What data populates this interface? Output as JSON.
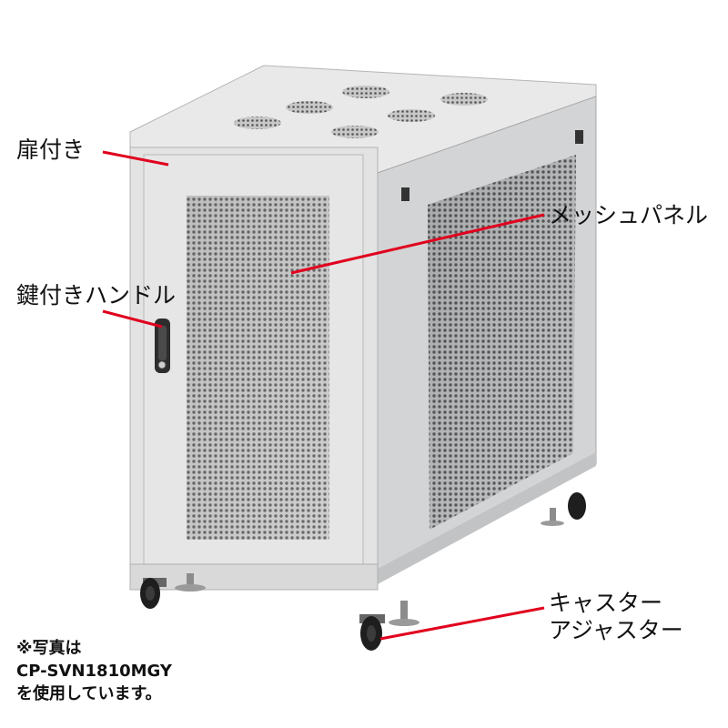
{
  "labels": {
    "door": "扉付き",
    "mesh_panel": "メッシュパネル",
    "handle": "鍵付きハンドル",
    "caster_line1": "キャスター",
    "caster_line2": "アジャスター"
  },
  "note": {
    "line1": "※写真は",
    "line2": "CP-SVN1810MGY",
    "line3": "を使用しています。"
  },
  "colors": {
    "callout_line": "#e1001e",
    "cabinet_body": "#dedede",
    "cabinet_side": "#cfd0d1",
    "cabinet_top": "#e8e8e8"
  }
}
